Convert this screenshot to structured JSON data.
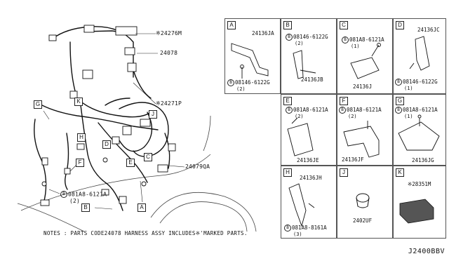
{
  "callouts": {
    "p24276m": "※24276M",
    "p24078": "24078",
    "p24271p": "※24271P",
    "p24079qa": "24079QA",
    "p081a8_6121a": "081A8-6121A",
    "p081a8_6121a_qty": "(2)"
  },
  "view_labels": [
    "A",
    "B",
    "C",
    "D",
    "E",
    "F",
    "G",
    "H",
    "J",
    "K"
  ],
  "cells": {
    "A": {
      "letter": "A",
      "part_top": "24136JA",
      "bolt": "08146-6122G",
      "bolt_qty": "(2)"
    },
    "B": {
      "letter": "B",
      "bolt": "08146-6122G",
      "bolt_qty": "(2)",
      "part_bottom": "24136JB"
    },
    "C": {
      "letter": "C",
      "bolt": "081A8-6121A",
      "bolt_qty": "(1)",
      "part_bottom": "24136J"
    },
    "D": {
      "letter": "D",
      "part_top": "24136JC",
      "bolt": "08146-6122G",
      "bolt_qty": "(1)"
    },
    "E": {
      "letter": "E",
      "bolt": "081A8-6121A",
      "bolt_qty": "(2)",
      "part_bottom": "24136JE"
    },
    "F": {
      "letter": "F",
      "bolt": "081A8-6121A",
      "bolt_qty": "(2)",
      "part_bottom": "24136JF"
    },
    "G": {
      "letter": "G",
      "bolt": "081A8-6121A",
      "bolt_qty": "(1)",
      "part_bottom": "24136JG"
    },
    "H": {
      "letter": "H",
      "part_top": "24136JH",
      "bolt": "081A8-8161A",
      "bolt_qty": "(3)"
    },
    "J": {
      "letter": "J",
      "part_bottom": "2402UF"
    },
    "K": {
      "letter": "K",
      "part_top": "※28351M"
    }
  },
  "bolt_symbol": "B",
  "notes": "NOTES : PARTS CODE24078 HARNESS ASSY INCLUDES※'MARKED PARTS.",
  "diagram_code": "J2400BBV"
}
